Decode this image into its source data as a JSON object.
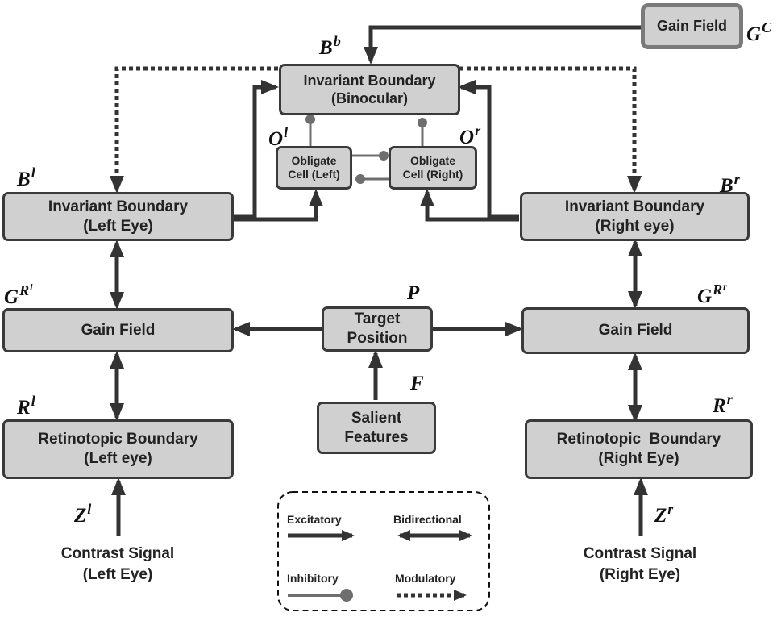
{
  "nodes": {
    "gain_field_top": "Gain Field",
    "inv_binocular": [
      "Invariant Boundary",
      "(Binocular)"
    ],
    "oblig_left": [
      "Obligate",
      "Cell (Left)"
    ],
    "oblig_right": [
      "Obligate",
      "Cell (Right)"
    ],
    "inv_left": [
      "Invariant Boundary",
      "(Left Eye)"
    ],
    "inv_right": [
      "Invariant Boundary",
      "(Right eye)"
    ],
    "gain_left": "Gain Field",
    "gain_right": "Gain Field",
    "target": [
      "Target",
      "Position"
    ],
    "salient": [
      "Salient",
      "Features"
    ],
    "retino_left": [
      "Retinotopic Boundary",
      "(Left eye)"
    ],
    "retino_right": [
      "Retinotopic  Boundary",
      "(Right Eye)"
    ],
    "contrast_left": [
      "Contrast Signal",
      "(Left Eye)"
    ],
    "contrast_right": [
      "Contrast Signal",
      "(Right Eye)"
    ]
  },
  "symbols": {
    "G_C": {
      "base": "G",
      "sup": "C"
    },
    "B_b": {
      "base": "B",
      "sup": "b"
    },
    "O_l": {
      "base": "O",
      "sup": "l"
    },
    "O_r": {
      "base": "O",
      "sup": "r"
    },
    "B_l": {
      "base": "B",
      "sup": "l"
    },
    "B_r": {
      "base": "B",
      "sup": "r"
    },
    "GR_l": {
      "base": "G",
      "sup": "R",
      "supsup": "l"
    },
    "GR_r": {
      "base": "G",
      "sup": "R",
      "supsup": "r"
    },
    "P": {
      "base": "P"
    },
    "F": {
      "base": "F"
    },
    "R_l": {
      "base": "R",
      "sup": "l"
    },
    "R_r": {
      "base": "R",
      "sup": "r"
    },
    "Z_l": {
      "base": "Z",
      "sup": "l"
    },
    "Z_r": {
      "base": "Z",
      "sup": "r"
    }
  },
  "legend": {
    "excitatory": "Excitatory",
    "bidirectional": "Bidirectional",
    "inhibitory": "Inhibitory",
    "modulatory": "Modulatory"
  },
  "colors": {
    "box_fill": "#d0d0d0",
    "box_border": "#3a3a3a",
    "arrow": "#333333",
    "inhibitory": "#6e6e6e"
  }
}
